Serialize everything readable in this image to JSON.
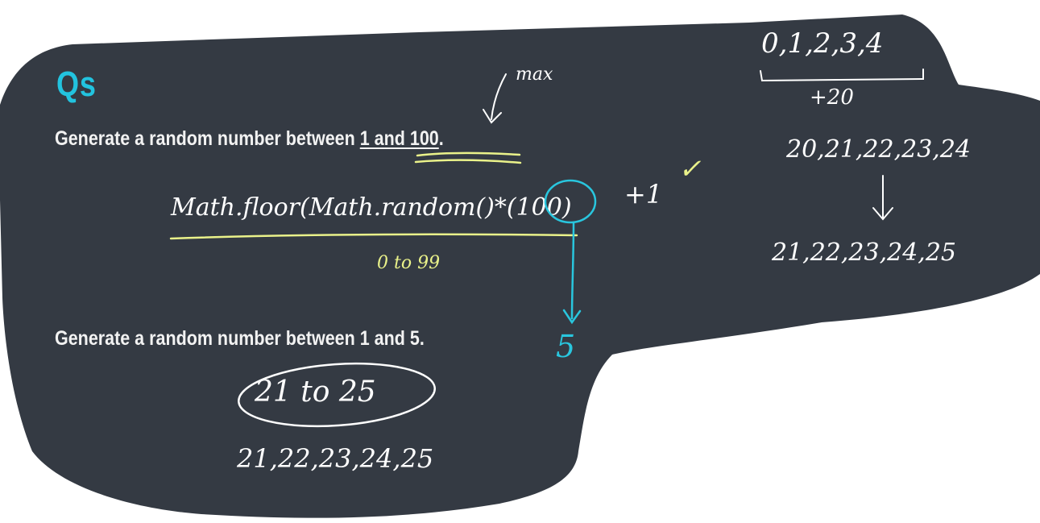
{
  "slide": {
    "heading": "Qs",
    "question1": {
      "prefix": "Generate a random number between ",
      "range": "1 and 100",
      "suffix": "."
    },
    "question2": "Generate a random number between 1 and 5.",
    "colors": {
      "board": "#343a43",
      "heading": "#22c3df",
      "text": "#f2f2f2",
      "annotation_yellow": "#eaf28a",
      "annotation_cyan": "#29c6de",
      "annotation_white": "#ffffff"
    }
  },
  "annotations": {
    "max_label": "max",
    "formula": "Math.floor(Math.random()*(100)",
    "plus_one": "+1",
    "checkmark": "✓",
    "range_0_99": "0 to 99",
    "five": "5",
    "range_21_25": "21 to 25",
    "list_21_25_bottom": "21,22,23,24,25",
    "list_0_4": "0,1,2,3,4",
    "plus_20": "+20",
    "list_20_24": "20,21,22,23,24",
    "list_21_25_right": "21,22,23,24,25"
  }
}
